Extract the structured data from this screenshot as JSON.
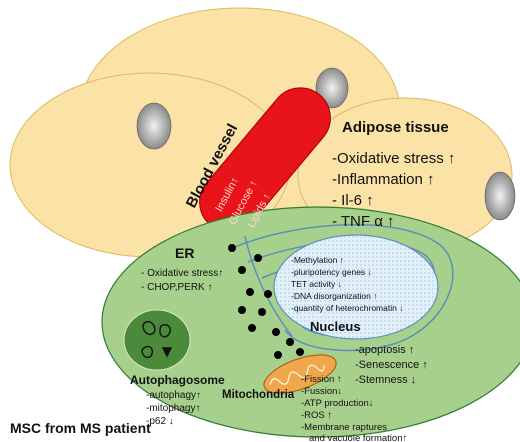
{
  "labels": {
    "blood_vessel": "Blood vessel",
    "adipose_tissue": "Adipose tissue",
    "er": "ER",
    "nucleus": "Nucleus",
    "autophagosome": "Autophagosome",
    "mitochondria": "Mitochondria",
    "msc": "MSC from MS patient"
  },
  "blood_vessel_items": [
    "Insulin↑",
    "Glucose ↑",
    "Lipids ↑"
  ],
  "adipose_items": [
    "-Oxidative stress ↑",
    "-Inflammation ↑",
    "- Il-6 ↑",
    "- TNF α ↑"
  ],
  "er_items": [
    "- Oxidative stress↑",
    "- CHOP,PERK ↑"
  ],
  "nucleus_items": [
    "-Methylation ↑",
    "-pluripotency genes ↓",
    "TET activity ↓",
    "-DNA disorganization ↑",
    "-quantity of heterochromatin ↓"
  ],
  "cell_items": [
    "-apoptosis ↑",
    "-Senescence ↑",
    "-Stemness ↓"
  ],
  "autophagy_items": [
    "-autophagy↑",
    "-mitophagy↑",
    "-p62 ↓"
  ],
  "mito_items": [
    "-Fission ↑",
    "-Fussion↓",
    "-ATP production↓",
    "-ROS ↑",
    "-Membrane raptures",
    "and vacuole formation↑"
  ],
  "colors": {
    "adipocyte": "#fbe2a6",
    "adipocyte_stroke": "#e0b862",
    "vessel": "#e8141a",
    "cell": "#a8d08d",
    "cell_stroke": "#2e7d32",
    "nucleus_bg": "#e3f0fa",
    "er_line": "#5b8fb8",
    "mito": "#f0a64a",
    "autophagosome": "#4a8a3a"
  }
}
